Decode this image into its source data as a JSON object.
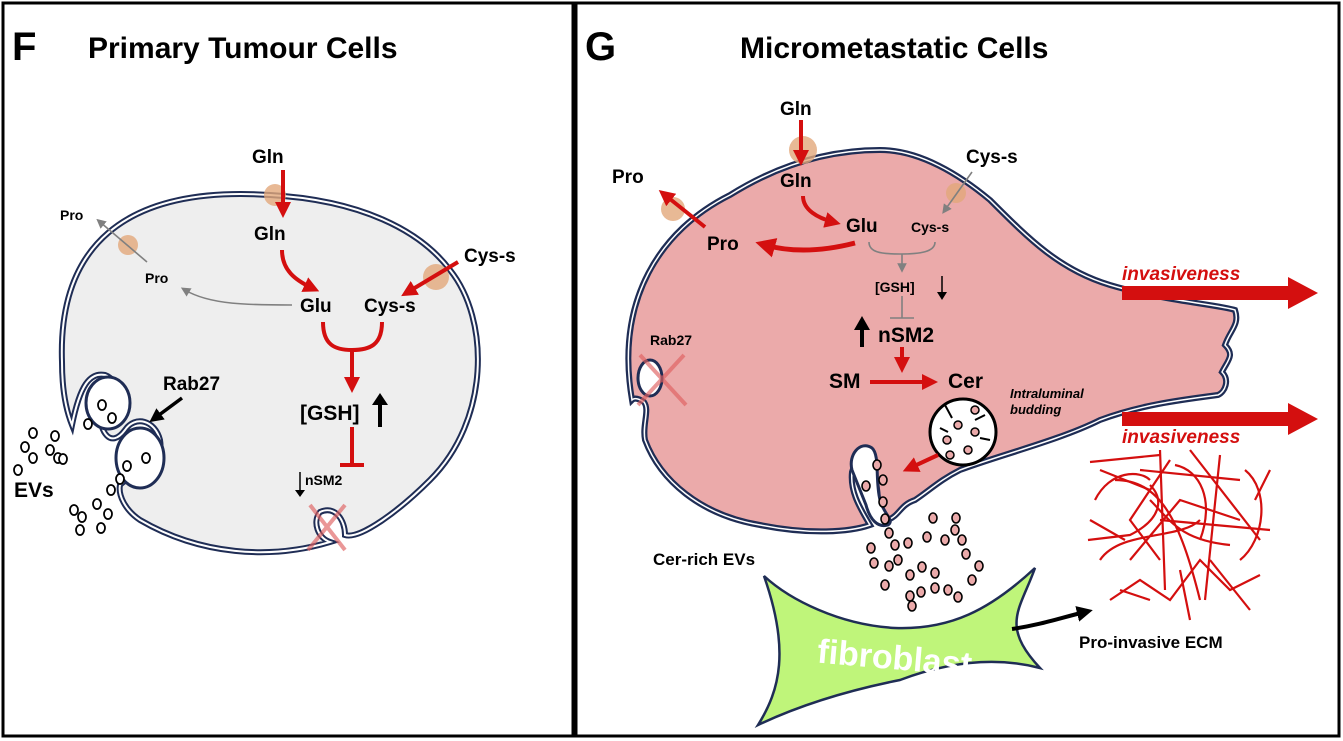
{
  "panel_f": {
    "letter": "F",
    "title": "Primary Tumour Cells",
    "labels": {
      "gln_out": "Gln",
      "gln_in": "Gln",
      "glu": "Glu",
      "cys_out": "Cys-s",
      "cys_in": "Cys-s",
      "pro_out": "Pro",
      "pro_in": "Pro",
      "gsh": "[GSH]",
      "nsm2": "nSM2",
      "rab27": "Rab27",
      "evs": "EVs"
    },
    "gsh_trend": "up",
    "nsm2_trend": "down"
  },
  "panel_g": {
    "letter": "G",
    "title": "Micrometastatic Cells",
    "labels": {
      "gln_out": "Gln",
      "gln_in": "Gln",
      "glu": "Glu",
      "cys_out": "Cys-s",
      "cys_in": "Cys-s",
      "pro_out": "Pro",
      "pro_in": "Pro",
      "gsh": "[GSH]",
      "nsm2": "nSM2",
      "sm": "SM",
      "cer": "Cer",
      "intraluminal_1": "Intraluminal",
      "intraluminal_2": "budding",
      "rab27": "Rab27",
      "invasiveness_top": "invasiveness",
      "invasiveness_bottom": "invasiveness",
      "cer_rich_evs": "Cer-rich EVs",
      "fibroblast": "fibroblast",
      "ecm": "Pro-invasive ECM"
    },
    "gsh_trend": "down",
    "nsm2_trend": "up"
  },
  "colors": {
    "cell_f": "#eeeeee",
    "cell_g": "#ebaaaa",
    "membrane": "#1f2d55",
    "pathway_red": "#d40f0f",
    "transporter": "#e2a87a",
    "fibroblast": "#bff57a",
    "inhibited_cross": "#e06060"
  }
}
